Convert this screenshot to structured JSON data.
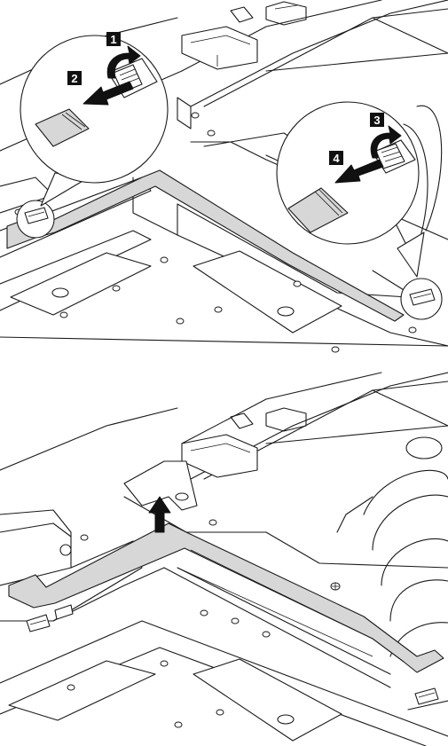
{
  "steps": [
    {
      "label": "1"
    },
    {
      "label": "2"
    },
    {
      "label": "3"
    },
    {
      "label": "4"
    }
  ],
  "colors": {
    "cable": "#d7d7d7",
    "line": "#1a1a1a",
    "badge": "#111111"
  },
  "icons": {
    "lift_arrow": "curved-arrow-icon",
    "pull_arrow": "arrow-icon",
    "remove_arrow": "up-arrow-icon"
  }
}
